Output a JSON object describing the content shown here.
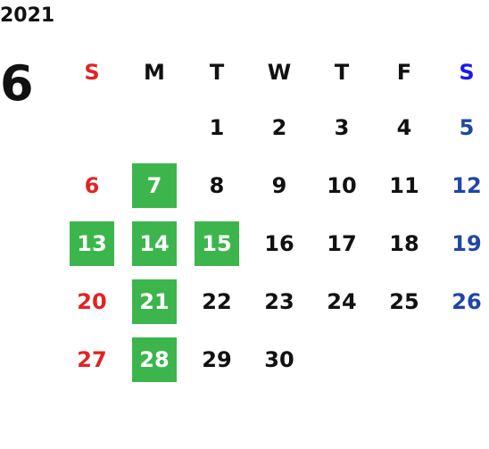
{
  "calendar": {
    "year": "2021",
    "month": "6",
    "weekdays": [
      "S",
      "M",
      "T",
      "W",
      "T",
      "F",
      "S"
    ],
    "weeks": [
      [
        "",
        "",
        "1",
        "2",
        "3",
        "4",
        "5"
      ],
      [
        "6",
        "7",
        "8",
        "9",
        "10",
        "11",
        "12"
      ],
      [
        "13",
        "14",
        "15",
        "16",
        "17",
        "18",
        "19"
      ],
      [
        "20",
        "21",
        "22",
        "23",
        "24",
        "25",
        "26"
      ],
      [
        "27",
        "28",
        "29",
        "30",
        "",
        "",
        ""
      ]
    ],
    "highlighted_days": [
      "7",
      "13",
      "14",
      "15",
      "21",
      "28"
    ]
  },
  "colors": {
    "sunday": "#e02424",
    "saturday_header": "#1a1af0",
    "saturday_dates": "#1f46a8",
    "weekday_text": "#111111",
    "highlight_bg": "#3cb64c",
    "highlight_text": "#ffffff"
  }
}
